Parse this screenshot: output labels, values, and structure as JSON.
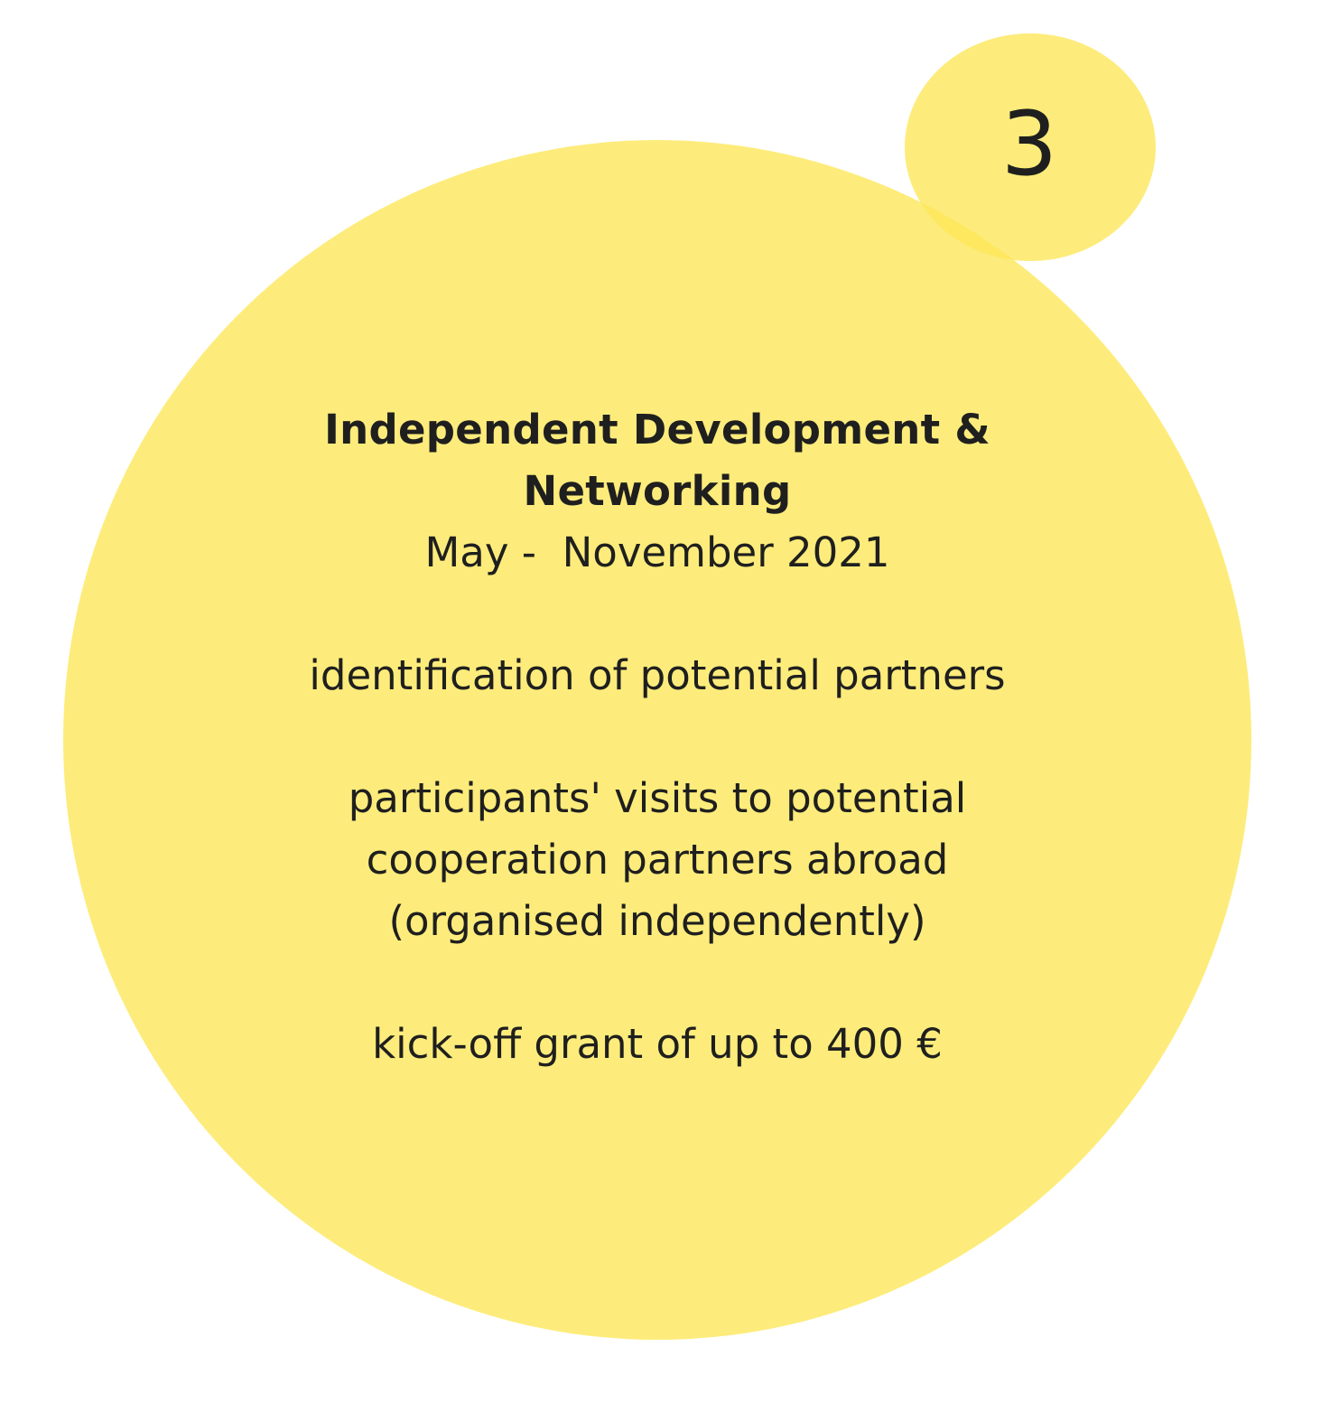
{
  "colors": {
    "circle_fill": "#fde75a",
    "text": "#1f1f1f",
    "background": "#ffffff"
  },
  "badge": {
    "number": "3"
  },
  "phase": {
    "title_line1": "Independent Development &",
    "title_line2": "Networking",
    "date": "May -  November 2021",
    "items": [
      "identification of potential partners",
      "participants' visits to potential\ncooperation partners abroad\n(organised independently)",
      "kick-off grant of up to 400 €"
    ]
  }
}
